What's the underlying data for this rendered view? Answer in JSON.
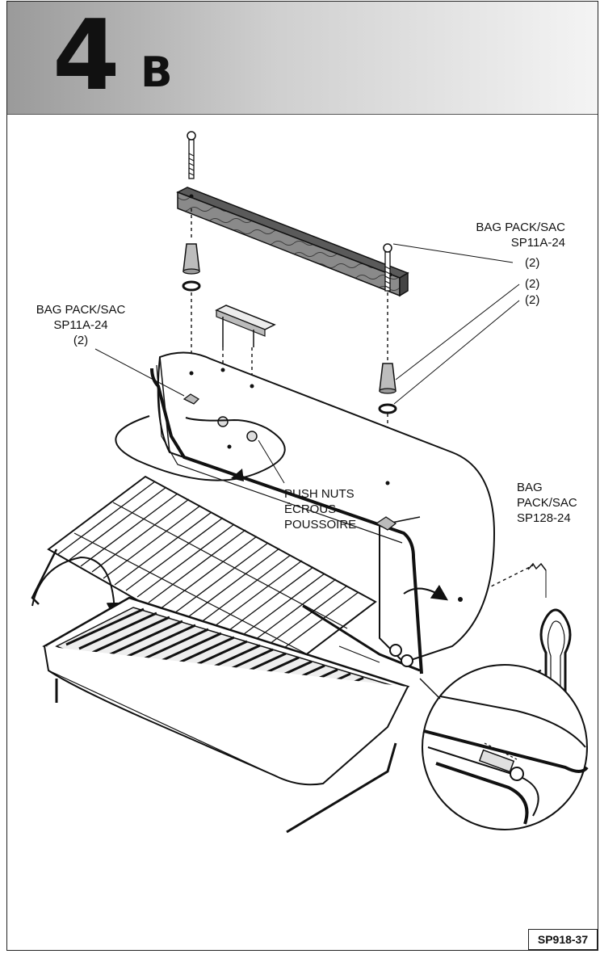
{
  "header": {
    "step_number": "4",
    "step_letter": "B"
  },
  "callouts": {
    "top_right": {
      "line1": "BAG PACK/SAC",
      "line2": "SP11A-24",
      "qty_bolt": "(2)",
      "qty_cone": "(2)",
      "qty_washer": "(2)"
    },
    "left": {
      "line1": "BAG PACK/SAC",
      "line2": "SP11A-24",
      "qty": "(2)"
    },
    "push_nuts": {
      "line1": "PUSH NUTS",
      "line2": "ÉCROUS-",
      "line3": "POUSSOIRE"
    },
    "clip": {
      "line1": "BAG",
      "line2": "PACK/SAC",
      "line3": "SP128-24"
    }
  },
  "footer": {
    "code": "SP918-37"
  }
}
